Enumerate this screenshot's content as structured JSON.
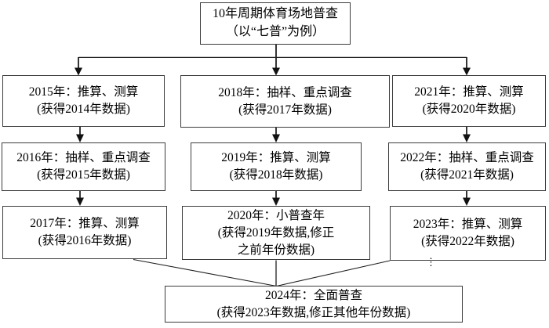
{
  "title": {
    "line1": "10年周期体育场地普查",
    "line2": "（以“七普”为例）"
  },
  "columns": [
    {
      "boxes": [
        {
          "line1": "2015年：推算、测算",
          "line2": "(获得2014年数据)"
        },
        {
          "line1": "2016年：抽样、重点调查",
          "line2": "(获得2015年数据)"
        },
        {
          "line1": "2017年：推算、测算",
          "line2": "(获得2016年数据)"
        }
      ]
    },
    {
      "boxes": [
        {
          "line1": "2018年：抽样、重点调查",
          "line2": "(获得2017年数据)"
        },
        {
          "line1": "2019年：推算、测算",
          "line2": "(获得2018年数据)"
        },
        {
          "line1": "2020年：小普查年",
          "line2": "(获得2019年数据,修正",
          "line3": "之前年份数据)"
        }
      ]
    },
    {
      "boxes": [
        {
          "line1": "2021年：推算、测算",
          "line2": "(获得2020年数据)"
        },
        {
          "line1": "2022年：抽样、重点调查",
          "line2": "(获得2021年数据)"
        },
        {
          "line1": "2023年：推算、测算",
          "line2": "(获得2022年数据)"
        }
      ]
    }
  ],
  "bottom": {
    "line1": "2024年：全面普查",
    "line2": "(获得2023年数据,修正其他年份数据)"
  },
  "ellipsis": "⋮",
  "colors": {
    "line": "#1f1f1f",
    "box_border": "#3c3c3c",
    "background": "#ffffff",
    "text": "#000000"
  }
}
